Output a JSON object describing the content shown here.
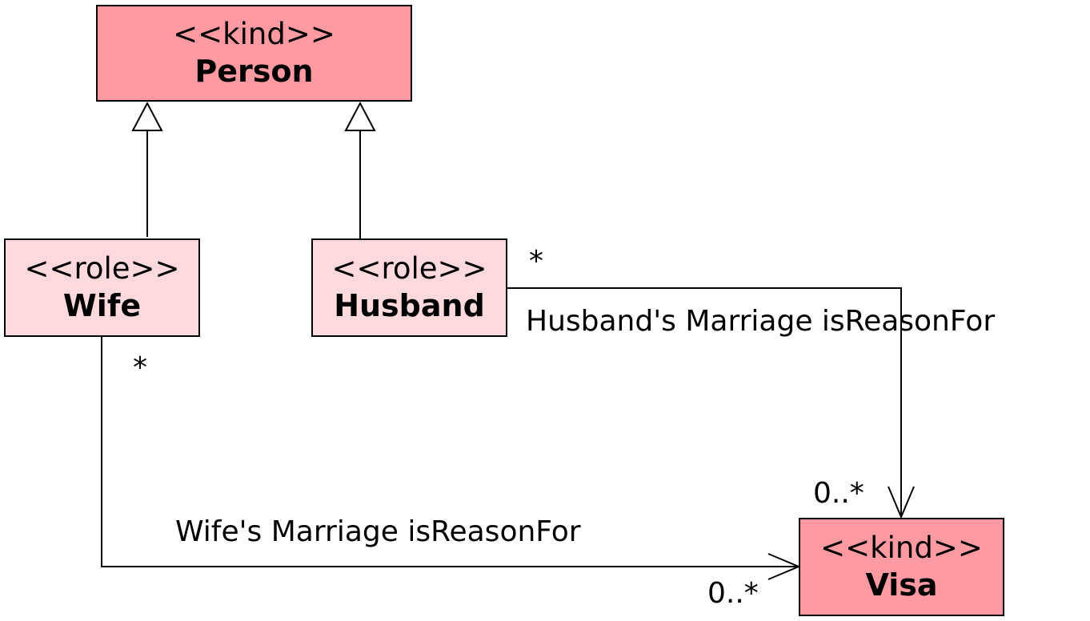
{
  "classes": {
    "person": {
      "stereotype": "<<kind>>",
      "name": "Person"
    },
    "wife": {
      "stereotype": "<<role>>",
      "name": "Wife"
    },
    "husband": {
      "stereotype": "<<role>>",
      "name": "Husband"
    },
    "visa": {
      "stereotype": "<<kind>>",
      "name": "Visa"
    }
  },
  "associations": {
    "husband_visa": {
      "label": "Husband's Marriage isReasonFor",
      "source_multiplicity": "*",
      "target_multiplicity": "0..*"
    },
    "wife_visa": {
      "label": "Wife's Marriage isReasonFor",
      "source_multiplicity": "*",
      "target_multiplicity": "0..*"
    }
  },
  "colors": {
    "kind_fill": "#ff9aa3",
    "role_fill": "#ffd9dc",
    "line": "#000000"
  }
}
